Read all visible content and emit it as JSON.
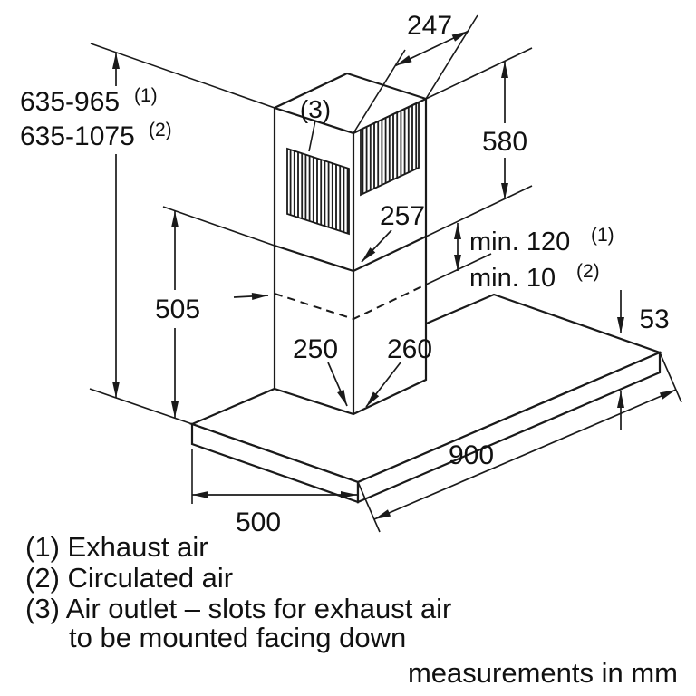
{
  "dims": {
    "top_width": "247",
    "upper_section_height": "580",
    "upper_section_depth": "257",
    "total_height_exhaust": "635-965",
    "total_height_exhaust_ref": "(1)",
    "total_height_recirc": "635-1075",
    "total_height_recirc_ref": "(2)",
    "lower_section_height": "505",
    "min_overlap_exhaust": "min. 120",
    "min_overlap_exhaust_ref": "(1)",
    "min_overlap_recirc": "min. 10",
    "min_overlap_recirc_ref": "(2)",
    "chimney_depth": "250",
    "chimney_width": "260",
    "canopy_thickness": "53",
    "canopy_width": "900",
    "canopy_depth": "500",
    "air_outlet_ref": "(3)"
  },
  "legend": {
    "line1": "(1) Exhaust air",
    "line2": "(2) Circulated air",
    "line3": "(3) Air outlet – slots for exhaust air",
    "line4": "to be mounted facing down"
  },
  "footer": "measurements in mm",
  "colors": {
    "line": "#1a1a1a",
    "background": "#ffffff"
  }
}
